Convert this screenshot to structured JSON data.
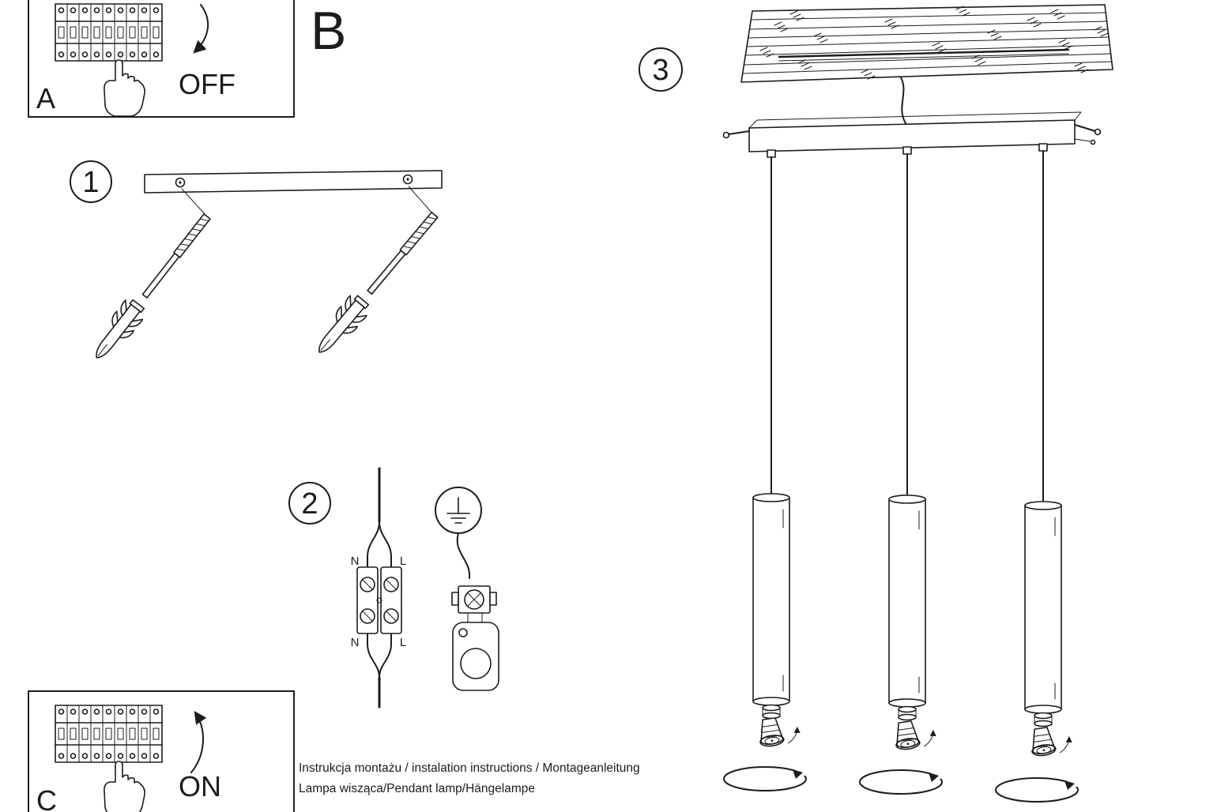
{
  "sheet": {
    "steps": {
      "one": "1",
      "two": "2",
      "three": "3"
    },
    "panels": {
      "a": "A",
      "b": "B",
      "c": "C"
    },
    "switch": {
      "off": "OFF",
      "on": "ON"
    },
    "terminals": {
      "n_top": "N",
      "l_top": "L",
      "n_bottom": "N",
      "l_bottom": "L"
    },
    "footer": {
      "line1": "Instrukcja montażu / instalation instructions / Montageanleitung",
      "line2": "Lampa wisząca/Pendant lamp/Hängelampe"
    },
    "colors": {
      "ink": "#1c1c1c",
      "paper": "#ffffff"
    }
  }
}
